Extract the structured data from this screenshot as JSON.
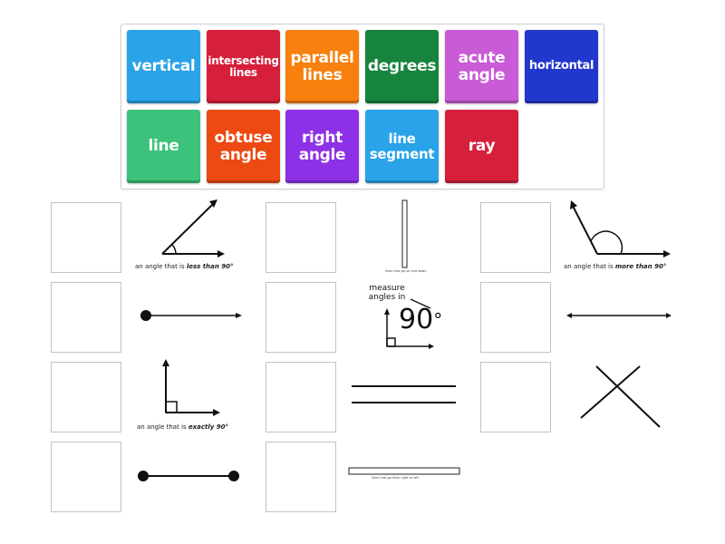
{
  "word_bank": {
    "tiles": [
      {
        "label": "vertical",
        "color": "#2aa3e8"
      },
      {
        "label": "intersecting lines",
        "color": "#d61f3b"
      },
      {
        "label": "parallel lines",
        "color": "#f7800e"
      },
      {
        "label": "degrees",
        "color": "#17843e"
      },
      {
        "label": "acute angle",
        "color": "#c95bd6"
      },
      {
        "label": "horizontal",
        "color": "#2237cc"
      },
      {
        "label": "line",
        "color": "#3cc27a"
      },
      {
        "label": "obtuse angle",
        "color": "#ec4a12"
      },
      {
        "label": "right angle",
        "color": "#8d31e8"
      },
      {
        "label": "line segment",
        "color": "#2aa3e8"
      },
      {
        "label": "ray",
        "color": "#d61f3b"
      }
    ]
  },
  "clues": {
    "acute_caption_prefix": "an angle that is ",
    "acute_caption_emph": "less than 90°",
    "obtuse_caption_prefix": "an angle that is ",
    "obtuse_caption_emph": "more than 90°",
    "right_caption_prefix": "an angle that is ",
    "right_caption_emph": "exactly 90°",
    "vertical_caption": "lines that go up and down",
    "horizontal_caption": "lines that go from right to left",
    "measure_label_line1": "measure",
    "measure_label_line2": "angles in",
    "measure_value": "90",
    "measure_unit": "°"
  }
}
